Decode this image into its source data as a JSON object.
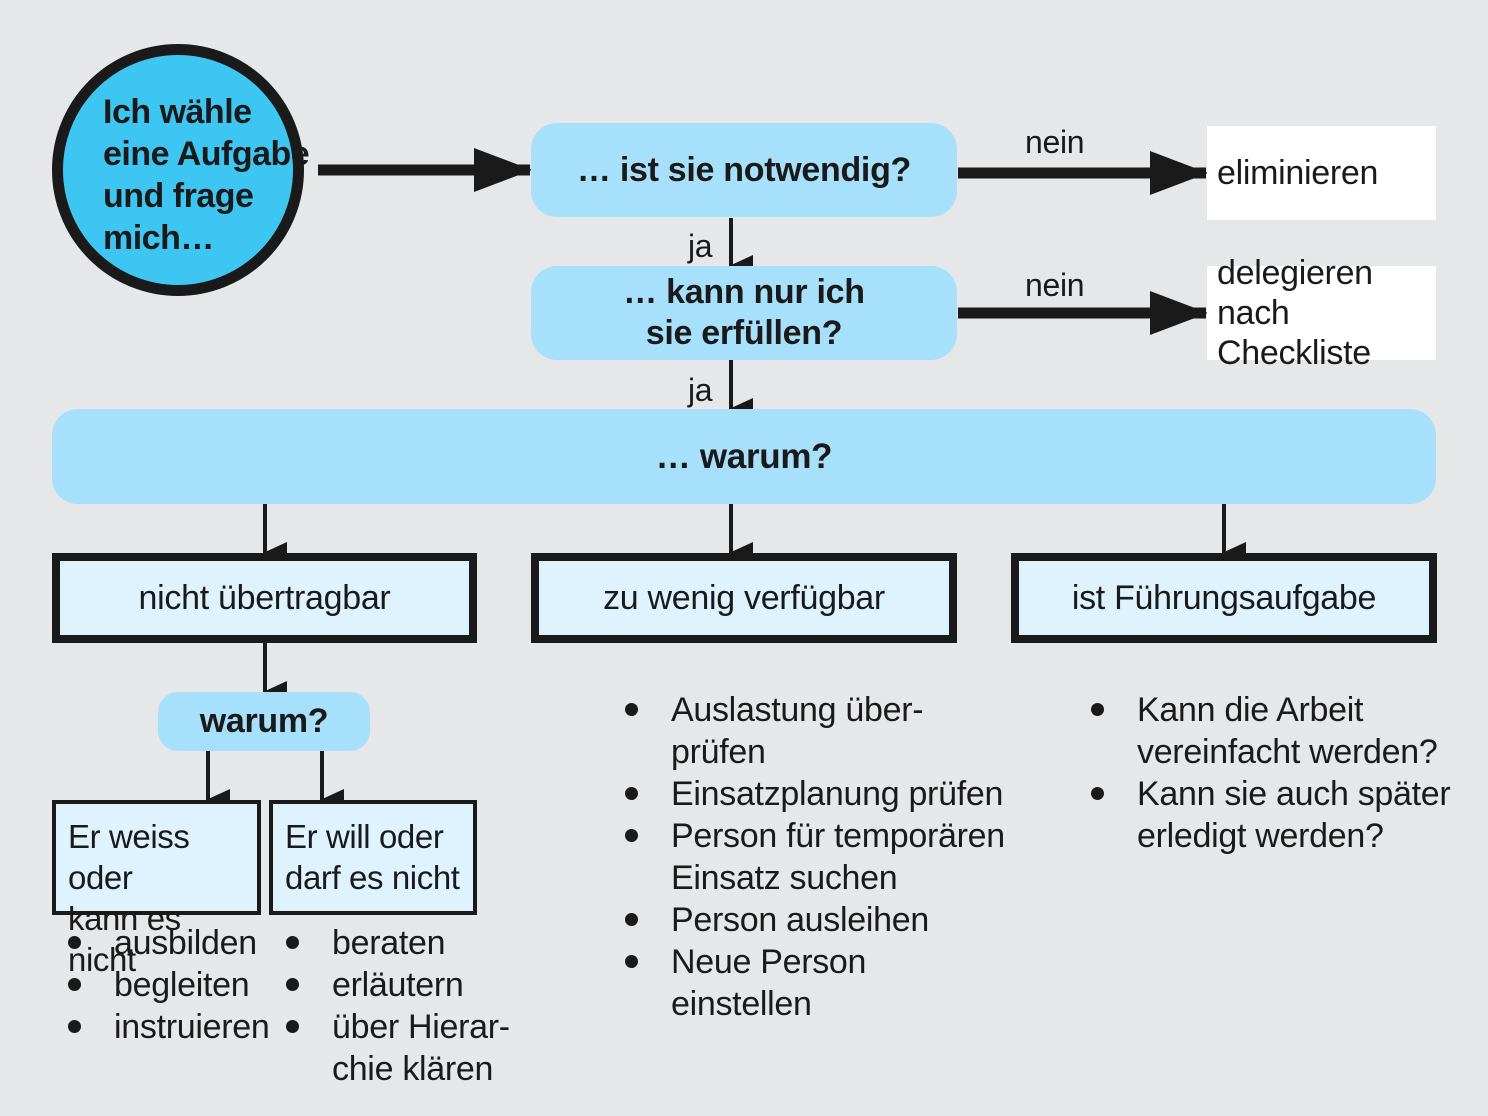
{
  "start": {
    "text": "Ich wähle\neine Aufgabe\nund frage\nmich…"
  },
  "questions": {
    "q1": "… ist sie notwendig?",
    "q2": "… kann nur ich\nsie erfüllen?",
    "q3": "… warum?",
    "q4": "warum?"
  },
  "edge_labels": {
    "nein_1": "nein",
    "nein_2": "nein",
    "ja_1": "ja",
    "ja_2": "ja"
  },
  "results": {
    "r1": "eliminieren",
    "r2": "delegieren\nnach Checkliste"
  },
  "reasons": {
    "a": "nicht übertragbar",
    "b": "zu wenig verfügbar",
    "c": "ist Führungsaufgabe"
  },
  "sub_boxes": {
    "left": "Er weiss oder\nkann es nicht",
    "right": "Er will oder\ndarf es nicht"
  },
  "lists": {
    "left": [
      "ausbilden",
      "begleiten",
      "instruieren"
    ],
    "right": [
      "beraten",
      "erläutern",
      "über Hierar-\nchie klären"
    ],
    "middle": [
      "Auslastung über-\nprüfen",
      "Einsatzplanung prüfen",
      "Person für temporären\nEinsatz suchen",
      "Person ausleihen",
      "Neue Person\neinstellen"
    ],
    "rightcol": [
      "Kann die Arbeit\nvereinfacht werden?",
      "Kann sie auch später\nerledigt werden?"
    ]
  },
  "colors": {
    "circle": "#3ec6f2",
    "question": "#a6e0fb",
    "reason_fill": "#def3fd",
    "background": "#e6e7e8",
    "ink": "#1a1a1a"
  }
}
